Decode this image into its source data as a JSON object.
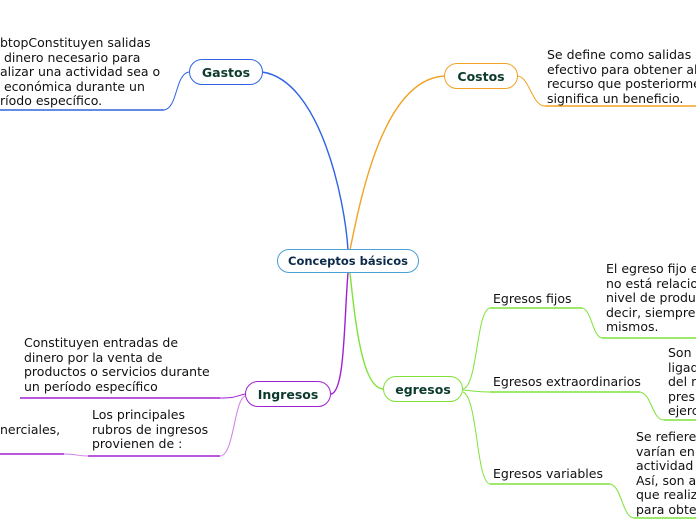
{
  "central": {
    "label": "Conceptos básicos"
  },
  "branches": {
    "gastos": {
      "label": "Gastos",
      "color": "#2e63e4",
      "note": "btopConstituyen salidas\n dinero necesario para\nalizar una actividad sea o\n económica durante un\nríodo específico."
    },
    "costos": {
      "label": "Costos",
      "color": "#f0a326",
      "note": "Se define como salidas d\nefectivo para obtener alg\nrecurso que posteriorme\nsignifica un beneficio."
    },
    "ingresos": {
      "label": "Ingresos",
      "color": "#a020d4",
      "notes": [
        "Constituyen entradas de\ndinero por la venta de\nproductos o servicios durante\nun período específico",
        "Los principales\nrubros de ingresos\nprovienen de :",
        "nerciales,"
      ]
    },
    "egresos": {
      "label": "egresos",
      "color": "#7ee23a",
      "children": [
        {
          "label": "Egresos fijos",
          "note": "El egreso fijo e\nno está relacion\nnivel de produc\ndecir, siempre s\nmismos."
        },
        {
          "label": "Egresos extraordinarios",
          "note": "Son\nligad\ndel n\npres\nejerc"
        },
        {
          "label": "Egresos variables",
          "note": "Se refiere\nvarían en\nactividad e\nAsí, son ac\nque realiza\npara obten"
        }
      ]
    }
  },
  "colors": {
    "central_border": "#4a9fd6"
  }
}
